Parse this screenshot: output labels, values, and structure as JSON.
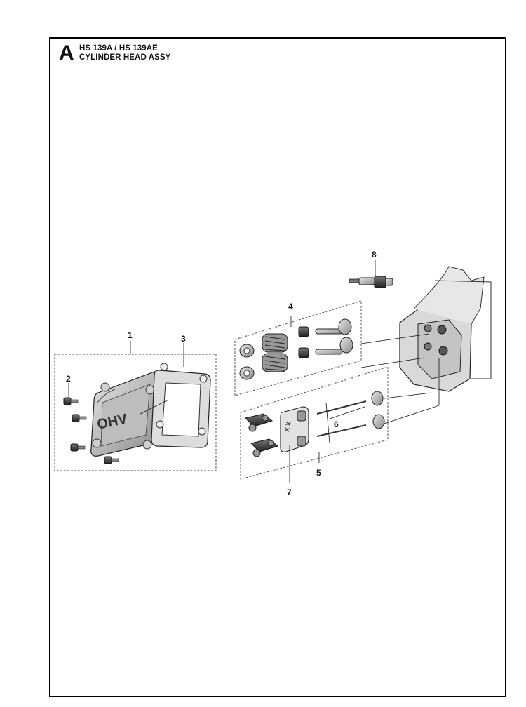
{
  "header": {
    "section_letter": "A",
    "model": "HS 139A / HS 139AE",
    "assembly": "CYLINDER HEAD ASSY"
  },
  "callouts": [
    {
      "id": "1",
      "label": "1"
    },
    {
      "id": "2",
      "label": "2"
    },
    {
      "id": "3",
      "label": "3"
    },
    {
      "id": "4",
      "label": "4"
    },
    {
      "id": "5",
      "label": "5"
    },
    {
      "id": "6",
      "label": "6"
    },
    {
      "id": "7",
      "label": "7"
    },
    {
      "id": "8",
      "label": "8"
    }
  ],
  "cover_marking": "OHV",
  "rocker_arm_marking": "X X"
}
